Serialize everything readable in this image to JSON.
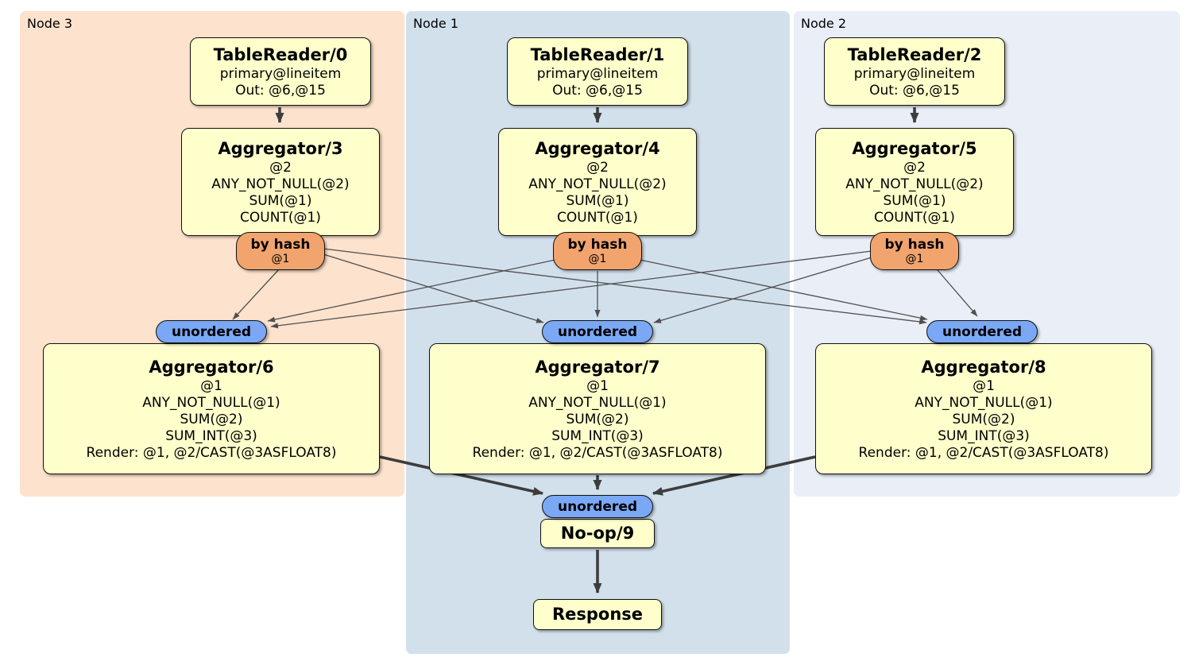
{
  "panels": [
    {
      "label": "Node 3",
      "fill": "#fde2cd"
    },
    {
      "label": "Node 1",
      "fill": "#d2e0ec"
    },
    {
      "label": "Node 2",
      "fill": "#e9eef7"
    }
  ],
  "columns": [
    {
      "table_reader": {
        "title": "TableReader/0",
        "lines": [
          "primary@lineitem",
          "Out: @6,@15"
        ]
      },
      "aggregator_top": {
        "title": "Aggregator/3",
        "lines": [
          "@2",
          "ANY_NOT_NULL(@2)",
          "SUM(@1)",
          "COUNT(@1)"
        ]
      },
      "router": {
        "label": "by hash",
        "detail": "@1"
      },
      "sync": {
        "label": "unordered"
      },
      "aggregator_bottom": {
        "title": "Aggregator/6",
        "lines": [
          "@1",
          "ANY_NOT_NULL(@1)",
          "SUM(@2)",
          "SUM_INT(@3)",
          "Render: @1, @2/CAST(@3ASFLOAT8)"
        ]
      }
    },
    {
      "table_reader": {
        "title": "TableReader/1",
        "lines": [
          "primary@lineitem",
          "Out: @6,@15"
        ]
      },
      "aggregator_top": {
        "title": "Aggregator/4",
        "lines": [
          "@2",
          "ANY_NOT_NULL(@2)",
          "SUM(@1)",
          "COUNT(@1)"
        ]
      },
      "router": {
        "label": "by hash",
        "detail": "@1"
      },
      "sync": {
        "label": "unordered"
      },
      "aggregator_bottom": {
        "title": "Aggregator/7",
        "lines": [
          "@1",
          "ANY_NOT_NULL(@1)",
          "SUM(@2)",
          "SUM_INT(@3)",
          "Render: @1, @2/CAST(@3ASFLOAT8)"
        ]
      }
    },
    {
      "table_reader": {
        "title": "TableReader/2",
        "lines": [
          "primary@lineitem",
          "Out: @6,@15"
        ]
      },
      "aggregator_top": {
        "title": "Aggregator/5",
        "lines": [
          "@2",
          "ANY_NOT_NULL(@2)",
          "SUM(@1)",
          "COUNT(@1)"
        ]
      },
      "router": {
        "label": "by hash",
        "detail": "@1"
      },
      "sync": {
        "label": "unordered"
      },
      "aggregator_bottom": {
        "title": "Aggregator/8",
        "lines": [
          "@1",
          "ANY_NOT_NULL(@1)",
          "SUM(@2)",
          "SUM_INT(@3)",
          "Render: @1, @2/CAST(@3ASFLOAT8)"
        ]
      }
    }
  ],
  "final": {
    "sync": {
      "label": "unordered"
    },
    "noop": {
      "title": "No-op/9"
    },
    "response": {
      "title": "Response"
    }
  },
  "colors": {
    "panel_node3": "#fde2cd",
    "panel_node1": "#d2e0ec",
    "panel_node2": "#e9eef7",
    "box_fill": "#ffffcc",
    "router_fill": "#f2a46e",
    "sync_fill": "#7aa8f5",
    "edge_thin": "#4f4f4f",
    "edge_thick": "#3d3d3d"
  },
  "edges": [
    {
      "from": "TableReader/0",
      "to": "Aggregator/3"
    },
    {
      "from": "TableReader/1",
      "to": "Aggregator/4"
    },
    {
      "from": "TableReader/2",
      "to": "Aggregator/5"
    },
    {
      "from": "by hash (Aggregator/3)",
      "to": "unordered (Node 3)"
    },
    {
      "from": "by hash (Aggregator/3)",
      "to": "unordered (Node 1)"
    },
    {
      "from": "by hash (Aggregator/3)",
      "to": "unordered (Node 2)"
    },
    {
      "from": "by hash (Aggregator/4)",
      "to": "unordered (Node 3)"
    },
    {
      "from": "by hash (Aggregator/4)",
      "to": "unordered (Node 1)"
    },
    {
      "from": "by hash (Aggregator/4)",
      "to": "unordered (Node 2)"
    },
    {
      "from": "by hash (Aggregator/5)",
      "to": "unordered (Node 3)"
    },
    {
      "from": "by hash (Aggregator/5)",
      "to": "unordered (Node 1)"
    },
    {
      "from": "by hash (Aggregator/5)",
      "to": "unordered (Node 2)"
    },
    {
      "from": "Aggregator/6",
      "to": "unordered (final)"
    },
    {
      "from": "Aggregator/7",
      "to": "unordered (final)"
    },
    {
      "from": "Aggregator/8",
      "to": "unordered (final)"
    },
    {
      "from": "No-op/9",
      "to": "Response"
    }
  ]
}
